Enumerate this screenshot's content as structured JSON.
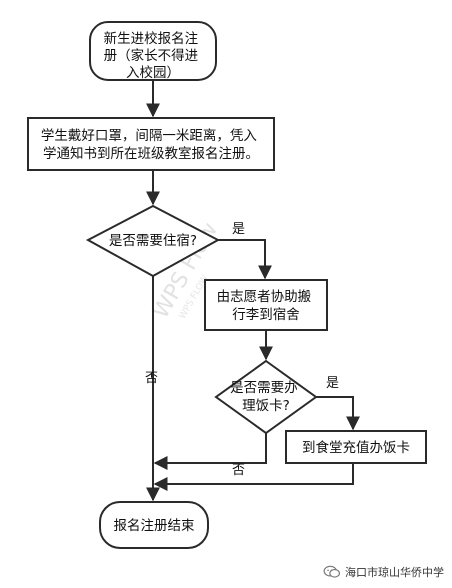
{
  "nodes": {
    "start": [
      "新生进校报名注",
      "册（家长不得进",
      "入校园）"
    ],
    "step1": [
      "学生戴好口罩，间隔一米距离，凭入",
      "学通知书到所在班级教室报名注册。"
    ],
    "decision1": [
      "是否需要住宿?"
    ],
    "step2": [
      "由志愿者协助搬",
      "行李到宿舍"
    ],
    "decision2": [
      "是否需要办",
      "理饭卡?"
    ],
    "step3": [
      "到食堂充值办饭卡"
    ],
    "end": [
      "报名注册结束"
    ]
  },
  "labels": {
    "yes1": "是",
    "no1": "否",
    "yes2": "是",
    "no2": "否"
  },
  "watermark": {
    "main": "WPS Flow",
    "sub": "WPS FLOW"
  },
  "credit": {
    "text": "海口市琼山华侨中学",
    "icon": "wechat-icon"
  }
}
